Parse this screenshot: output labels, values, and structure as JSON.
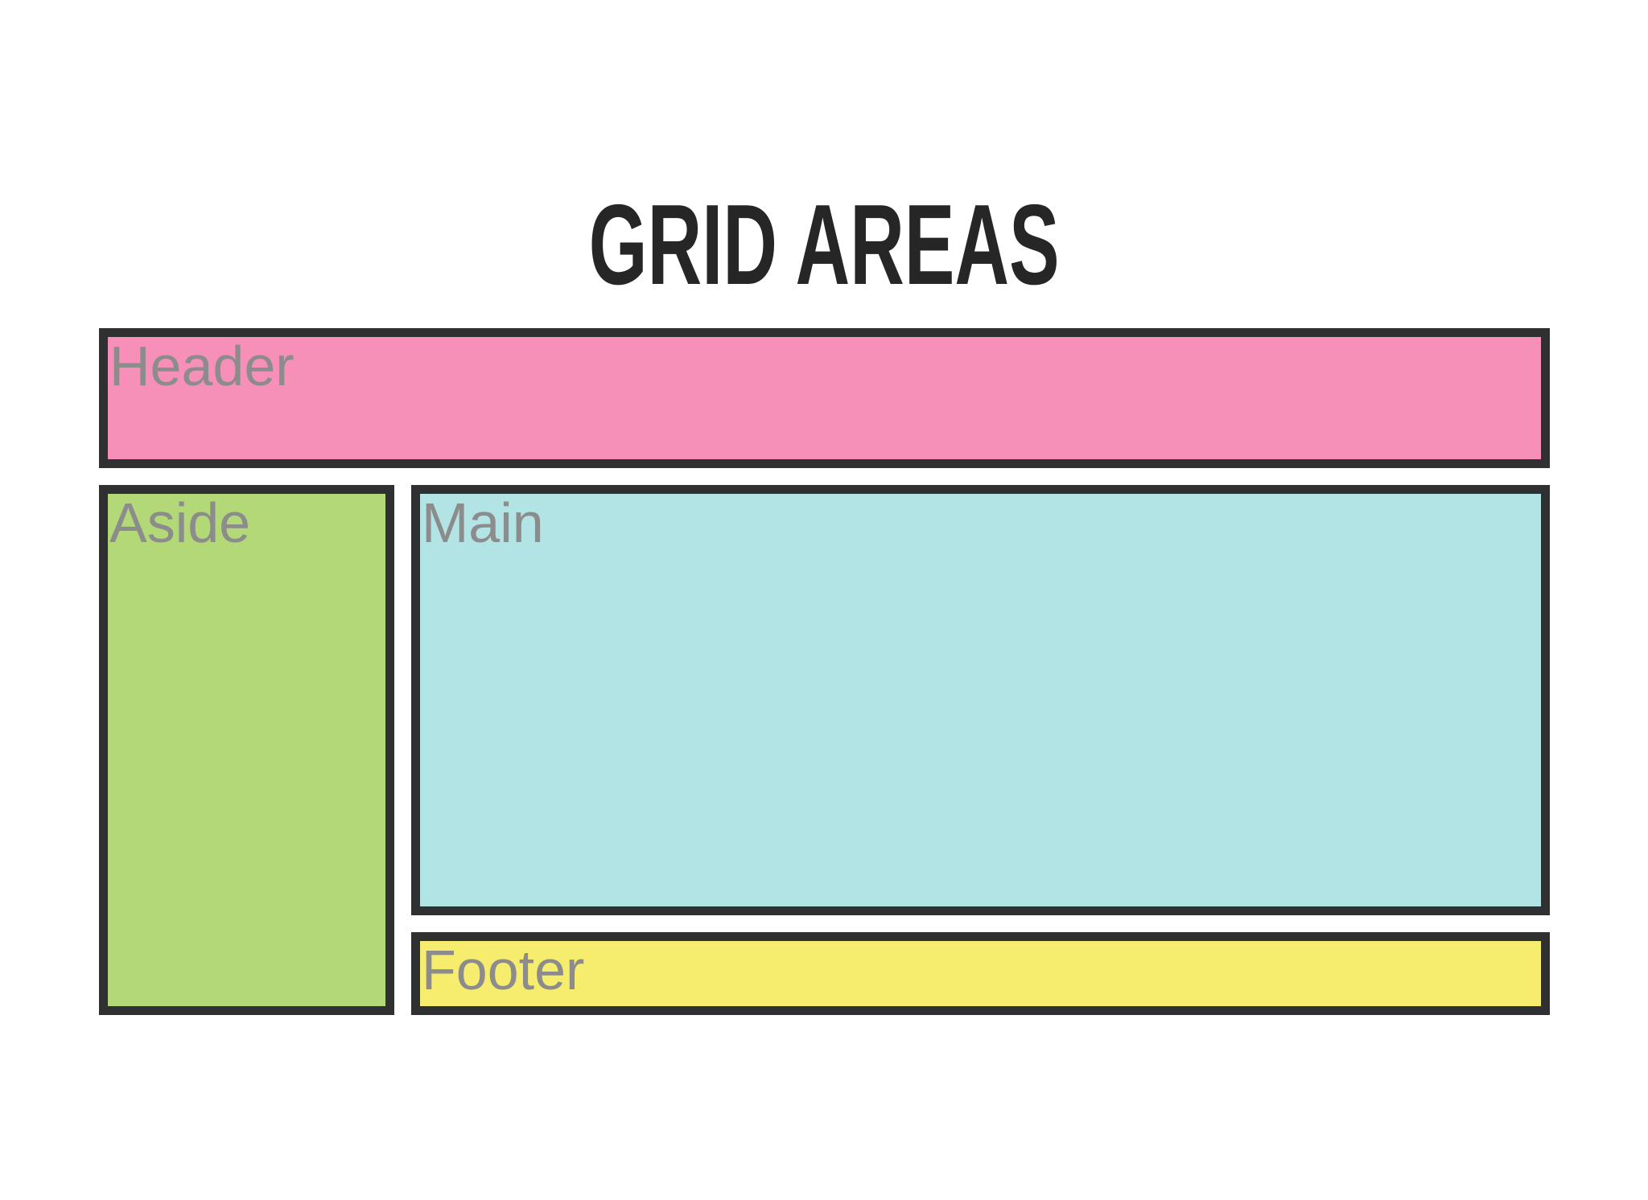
{
  "title": "GRID AREAS",
  "grid": {
    "areas": [
      {
        "name": "header",
        "label": "Header",
        "fill": "#F690B9"
      },
      {
        "name": "aside",
        "label": "Aside",
        "fill": "#B2D878"
      },
      {
        "name": "main",
        "label": "Main",
        "fill": "#B2E4E6"
      },
      {
        "name": "footer",
        "label": "Footer",
        "fill": "#F6EC6E"
      }
    ]
  },
  "colors": {
    "border": "#2F3032",
    "label": "#8C8C8C",
    "title": "#262626",
    "background": "#FFFFFF"
  }
}
